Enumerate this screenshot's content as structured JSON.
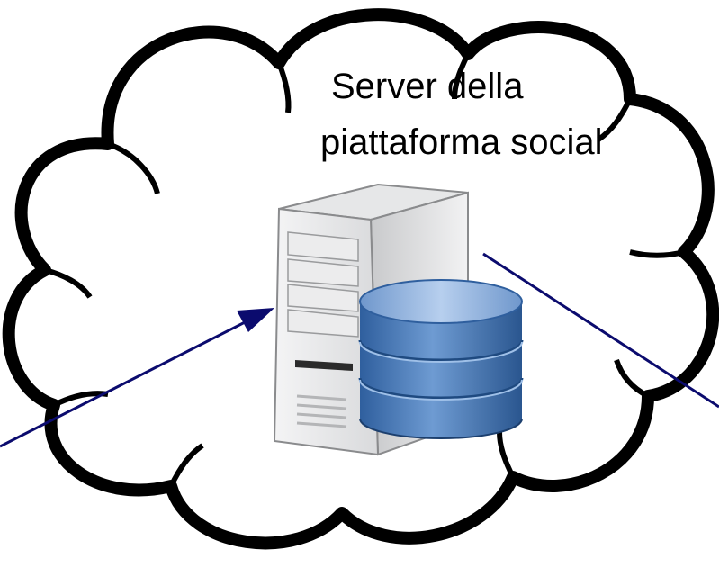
{
  "cloud": {
    "label_lines": [
      "Server della",
      "piattaforma social"
    ]
  },
  "icons": {
    "cloud": "cloud-shape",
    "server": "server-tower-icon",
    "database": "database-cylinder-icon"
  },
  "colors": {
    "cloud_fill": "#ffffff",
    "cloud_outline": "#000000",
    "arrow": "#0b0b6e",
    "db_top": "#8fb3dd",
    "db_body": "#3f74b3",
    "server_body": "#e9e9ea"
  }
}
